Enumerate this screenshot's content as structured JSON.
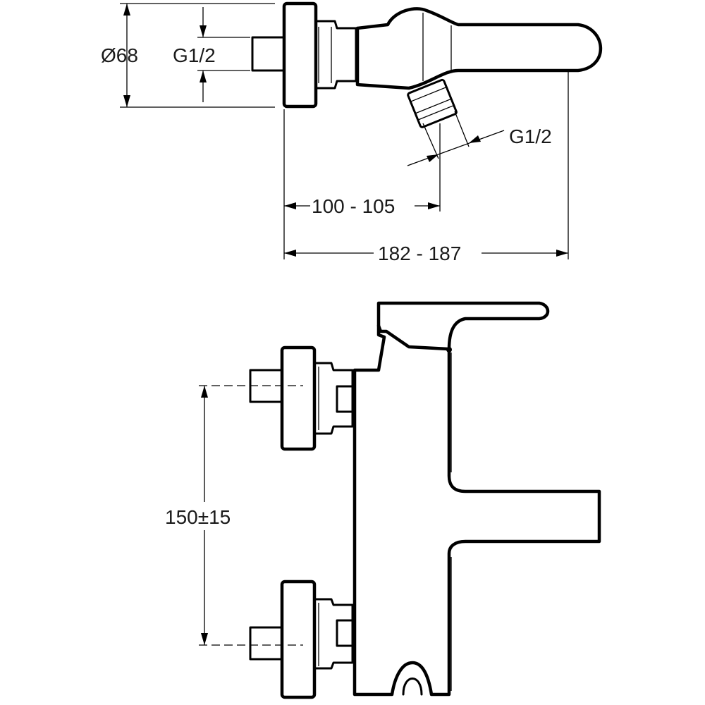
{
  "dimensions": {
    "diameter": "Ø68",
    "inlet_thread": "G1/2",
    "outlet_thread": "G1/2",
    "wall_to_outlet": "100 - 105",
    "wall_to_front": "182 - 187",
    "center_distance": "150±15"
  },
  "colors": {
    "line": "#000000",
    "text": "#1a1a1a",
    "background": "#ffffff"
  }
}
